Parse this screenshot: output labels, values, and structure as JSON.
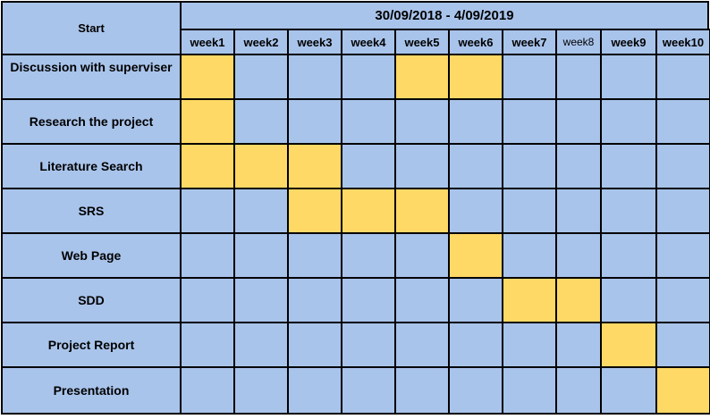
{
  "header": {
    "start_label": "Start",
    "date_range": "30/09/2018 - 4/09/2019"
  },
  "weeks": [
    "week1",
    "week2",
    "week3",
    "week4",
    "week5",
    "week6",
    "week7",
    "week8",
    "week9",
    "week10"
  ],
  "tasks": [
    {
      "label": "Discussion with superviser",
      "weeks": [
        1,
        5,
        6
      ]
    },
    {
      "label": "Research the project",
      "weeks": [
        1
      ]
    },
    {
      "label": "Literature Search",
      "weeks": [
        1,
        2,
        3
      ]
    },
    {
      "label": "SRS",
      "weeks": [
        3,
        4,
        5
      ]
    },
    {
      "label": "Web Page",
      "weeks": [
        6
      ]
    },
    {
      "label": "SDD",
      "weeks": [
        7,
        8
      ]
    },
    {
      "label": "Project Report",
      "weeks": [
        9
      ]
    },
    {
      "label": "Presentation",
      "weeks": [
        10
      ]
    }
  ],
  "colors": {
    "cell": "#a9c4eb",
    "scheduled": "#ffd966",
    "border": "#000000"
  }
}
